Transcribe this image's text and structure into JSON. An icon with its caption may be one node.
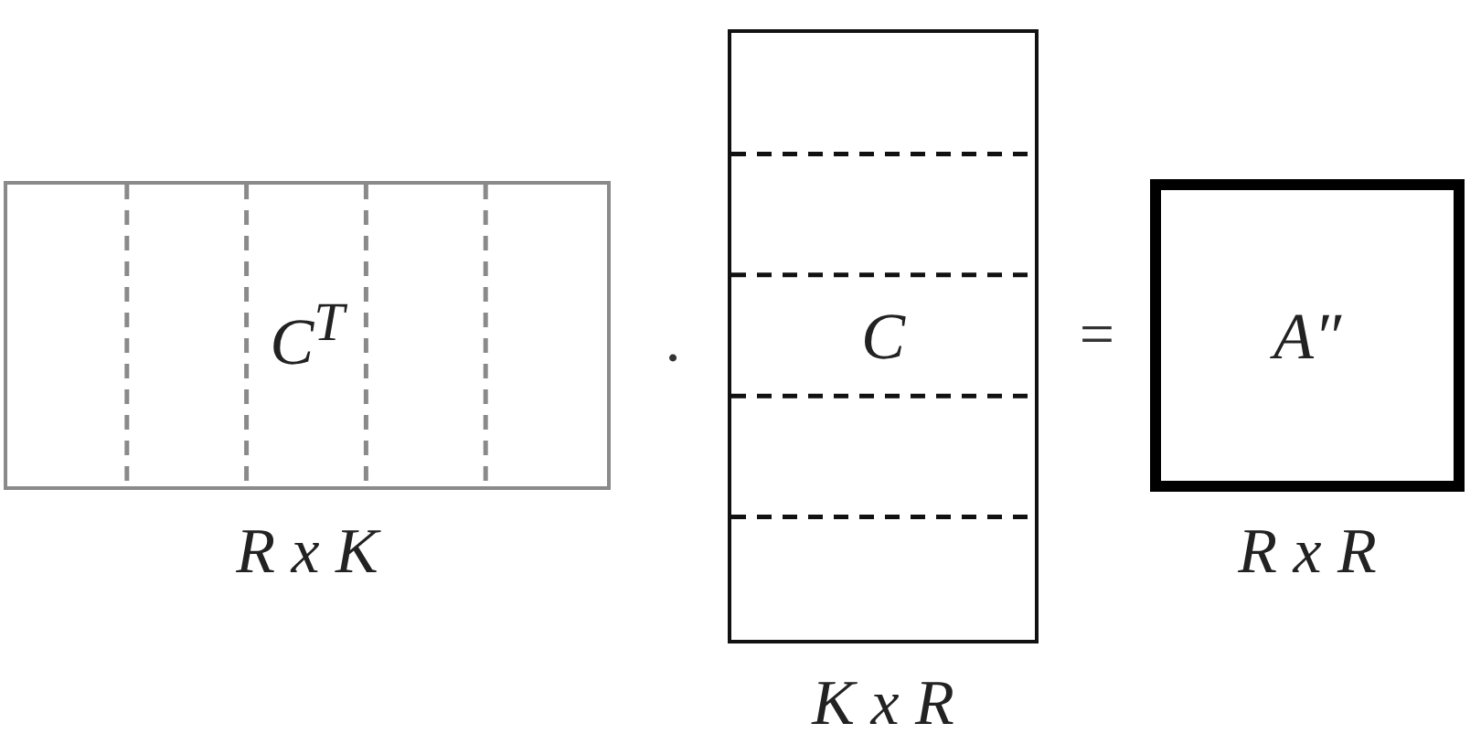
{
  "diagram": {
    "nodes": [
      {
        "text": [
          "C$^{T}$"
        ],
        "beside": [
          "R x K"
        ]
      },
      {
        "text": [
          "C"
        ],
        "beside": [
          "K x R"
        ]
      },
      {
        "text": [
          "A″"
        ],
        "beside": [
          "R x R"
        ]
      }
    ],
    "labels": [
      "·",
      "="
    ]
  }
}
